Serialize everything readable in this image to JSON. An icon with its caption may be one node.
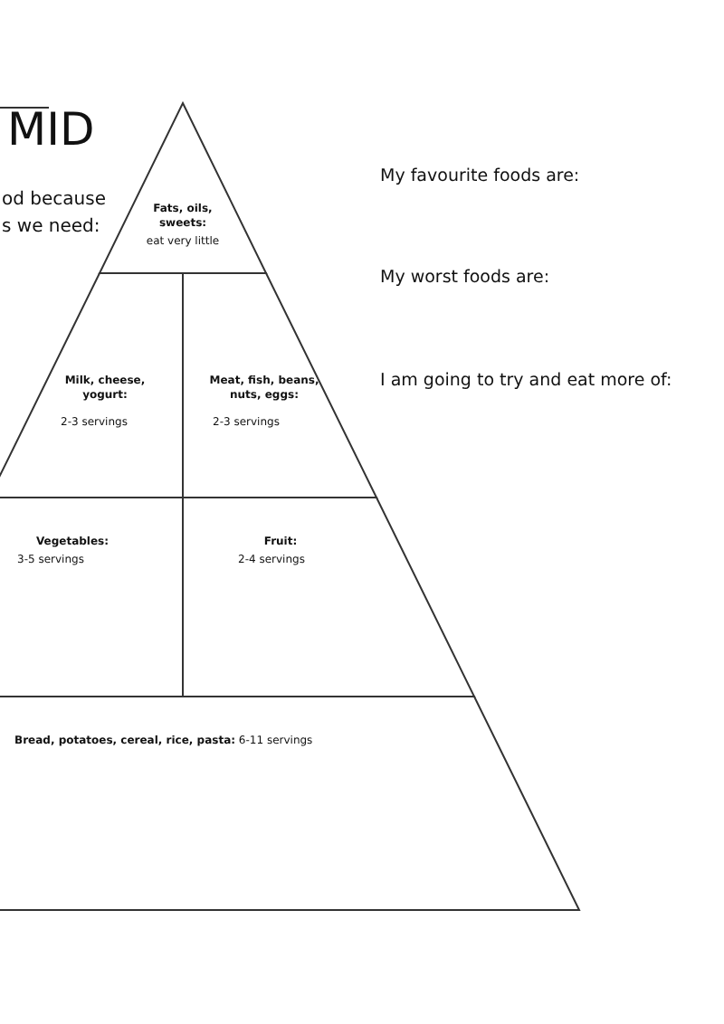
{
  "diagram": {
    "title": "MID",
    "nodes": [
      {
        "text": [
          "Fats, oils, sweets:",
          "eat very little"
        ]
      },
      {
        "text": [
          "Milk, cheese, yogurt:",
          "2-3 servings"
        ]
      },
      {
        "text": [
          "Meat, fish, beans, nuts, eggs:",
          "2-3 servings"
        ]
      },
      {
        "text": [
          "Vegetables:",
          "3-5 servings"
        ]
      },
      {
        "text": [
          "Fruit:",
          "2-4 servings"
        ]
      },
      {
        "text": [
          "**Bread, potatoes, cereal, rice, pasta:** 6-11 servings"
        ]
      }
    ],
    "labels": [
      "od because",
      "s we need:",
      "My favourite foods are:",
      "My worst foods are:",
      "I am going to try and eat more of:"
    ]
  }
}
